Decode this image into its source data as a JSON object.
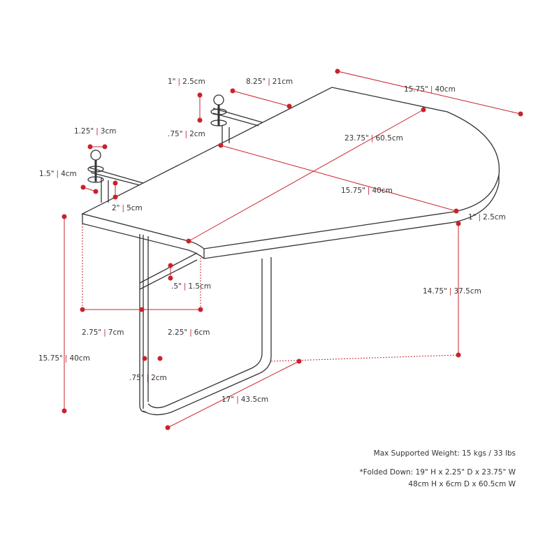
{
  "colors": {
    "dimension": "#c8232c",
    "outline": "#333333"
  },
  "dimensions": [
    {
      "id": "clamp-height",
      "imperial": "1\"",
      "metric": "2.5cm"
    },
    {
      "id": "clamp-offset",
      "imperial": "8.25\"",
      "metric": "21cm"
    },
    {
      "id": "top-depth",
      "imperial": "15.75\"",
      "metric": "40cm"
    },
    {
      "id": "knob-width",
      "imperial": "1.25\"",
      "metric": "3cm"
    },
    {
      "id": "clamp-gap",
      "imperial": ".75\"",
      "metric": "2cm"
    },
    {
      "id": "top-width",
      "imperial": "23.75\"",
      "metric": "60.5cm"
    },
    {
      "id": "clamp-jaw",
      "imperial": "1.5\"",
      "metric": "4cm"
    },
    {
      "id": "top-depth-inner",
      "imperial": "15.75\"",
      "metric": "40cm"
    },
    {
      "id": "clamp-drop",
      "imperial": "2\"",
      "metric": "5cm"
    },
    {
      "id": "top-thickness",
      "imperial": "1\"",
      "metric": "2.5cm"
    },
    {
      "id": "brace-thickness",
      "imperial": ".5\"",
      "metric": "1.5cm"
    },
    {
      "id": "frame-height",
      "imperial": "14.75\"",
      "metric": "37.5cm"
    },
    {
      "id": "front-left",
      "imperial": "2.75\"",
      "metric": "7cm"
    },
    {
      "id": "front-right",
      "imperial": "2.25\"",
      "metric": "6cm"
    },
    {
      "id": "total-height",
      "imperial": "15.75\"",
      "metric": "40cm"
    },
    {
      "id": "bar-width",
      "imperial": ".75\"",
      "metric": "2cm"
    },
    {
      "id": "frame-depth",
      "imperial": "17\"",
      "metric": "43.5cm"
    }
  ],
  "notes": {
    "max_weight": "Max Supported Weight: 15 kgs / 33 lbs",
    "folded_imperial": "*Folded Down: 19\" H x 2.25\" D x 23.75\" W",
    "folded_metric": "48cm H x 6cm D x 60.5cm W"
  }
}
